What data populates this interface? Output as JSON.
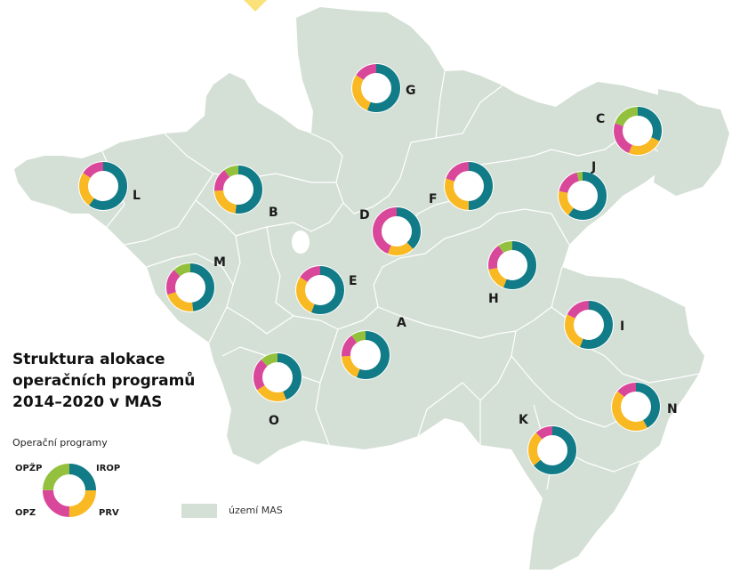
{
  "colors": {
    "region_fill": "#d4e0d6",
    "IROP": "#117b87",
    "PRV": "#f9b923",
    "OPZ": "#d9479b",
    "OPZP": "#93c13e",
    "marker": "#fbe17a"
  },
  "legend": {
    "title_lines": [
      "Struktura alokace",
      "operačních programů",
      "2014–2020 v MAS"
    ],
    "subtitle": "Operační programy",
    "programs": [
      {
        "key": "IROP",
        "label": "IROP"
      },
      {
        "key": "PRV",
        "label": "PRV"
      },
      {
        "key": "OPZ",
        "label": "OPZ"
      },
      {
        "key": "OPZP",
        "label": "OPŽP"
      }
    ],
    "area_label": "území MAS"
  },
  "regions": [
    {
      "letter": "G",
      "shares": {
        "IROP": 0.56,
        "PRV": 0.28,
        "OPZ": 0.16,
        "OPZP": 0.0
      }
    },
    {
      "letter": "C",
      "shares": {
        "IROP": 0.32,
        "PRV": 0.24,
        "OPZ": 0.24,
        "OPZP": 0.2
      }
    },
    {
      "letter": "L",
      "shares": {
        "IROP": 0.6,
        "PRV": 0.24,
        "OPZ": 0.16,
        "OPZP": 0.0
      }
    },
    {
      "letter": "B",
      "shares": {
        "IROP": 0.52,
        "PRV": 0.22,
        "OPZ": 0.16,
        "OPZP": 0.1
      }
    },
    {
      "letter": "F",
      "shares": {
        "IROP": 0.5,
        "PRV": 0.3,
        "OPZ": 0.2,
        "OPZP": 0.0
      }
    },
    {
      "letter": "J",
      "shares": {
        "IROP": 0.6,
        "PRV": 0.18,
        "OPZ": 0.18,
        "OPZP": 0.04
      }
    },
    {
      "letter": "D",
      "shares": {
        "IROP": 0.38,
        "PRV": 0.18,
        "OPZ": 0.44,
        "OPZP": 0.0
      }
    },
    {
      "letter": "M",
      "shares": {
        "IROP": 0.48,
        "PRV": 0.22,
        "OPZ": 0.18,
        "OPZP": 0.12
      }
    },
    {
      "letter": "E",
      "shares": {
        "IROP": 0.56,
        "PRV": 0.28,
        "OPZ": 0.16,
        "OPZP": 0.0
      }
    },
    {
      "letter": "H",
      "shares": {
        "IROP": 0.56,
        "PRV": 0.16,
        "OPZ": 0.18,
        "OPZP": 0.1
      }
    },
    {
      "letter": "A",
      "shares": {
        "IROP": 0.56,
        "PRV": 0.18,
        "OPZ": 0.16,
        "OPZP": 0.1
      }
    },
    {
      "letter": "I",
      "shares": {
        "IROP": 0.56,
        "PRV": 0.26,
        "OPZ": 0.18,
        "OPZP": 0.0
      }
    },
    {
      "letter": "O",
      "shares": {
        "IROP": 0.44,
        "PRV": 0.22,
        "OPZ": 0.22,
        "OPZP": 0.12
      }
    },
    {
      "letter": "N",
      "shares": {
        "IROP": 0.42,
        "PRV": 0.44,
        "OPZ": 0.14,
        "OPZP": 0.0
      }
    },
    {
      "letter": "K",
      "shares": {
        "IROP": 0.64,
        "PRV": 0.24,
        "OPZ": 0.12,
        "OPZP": 0.0
      }
    }
  ]
}
